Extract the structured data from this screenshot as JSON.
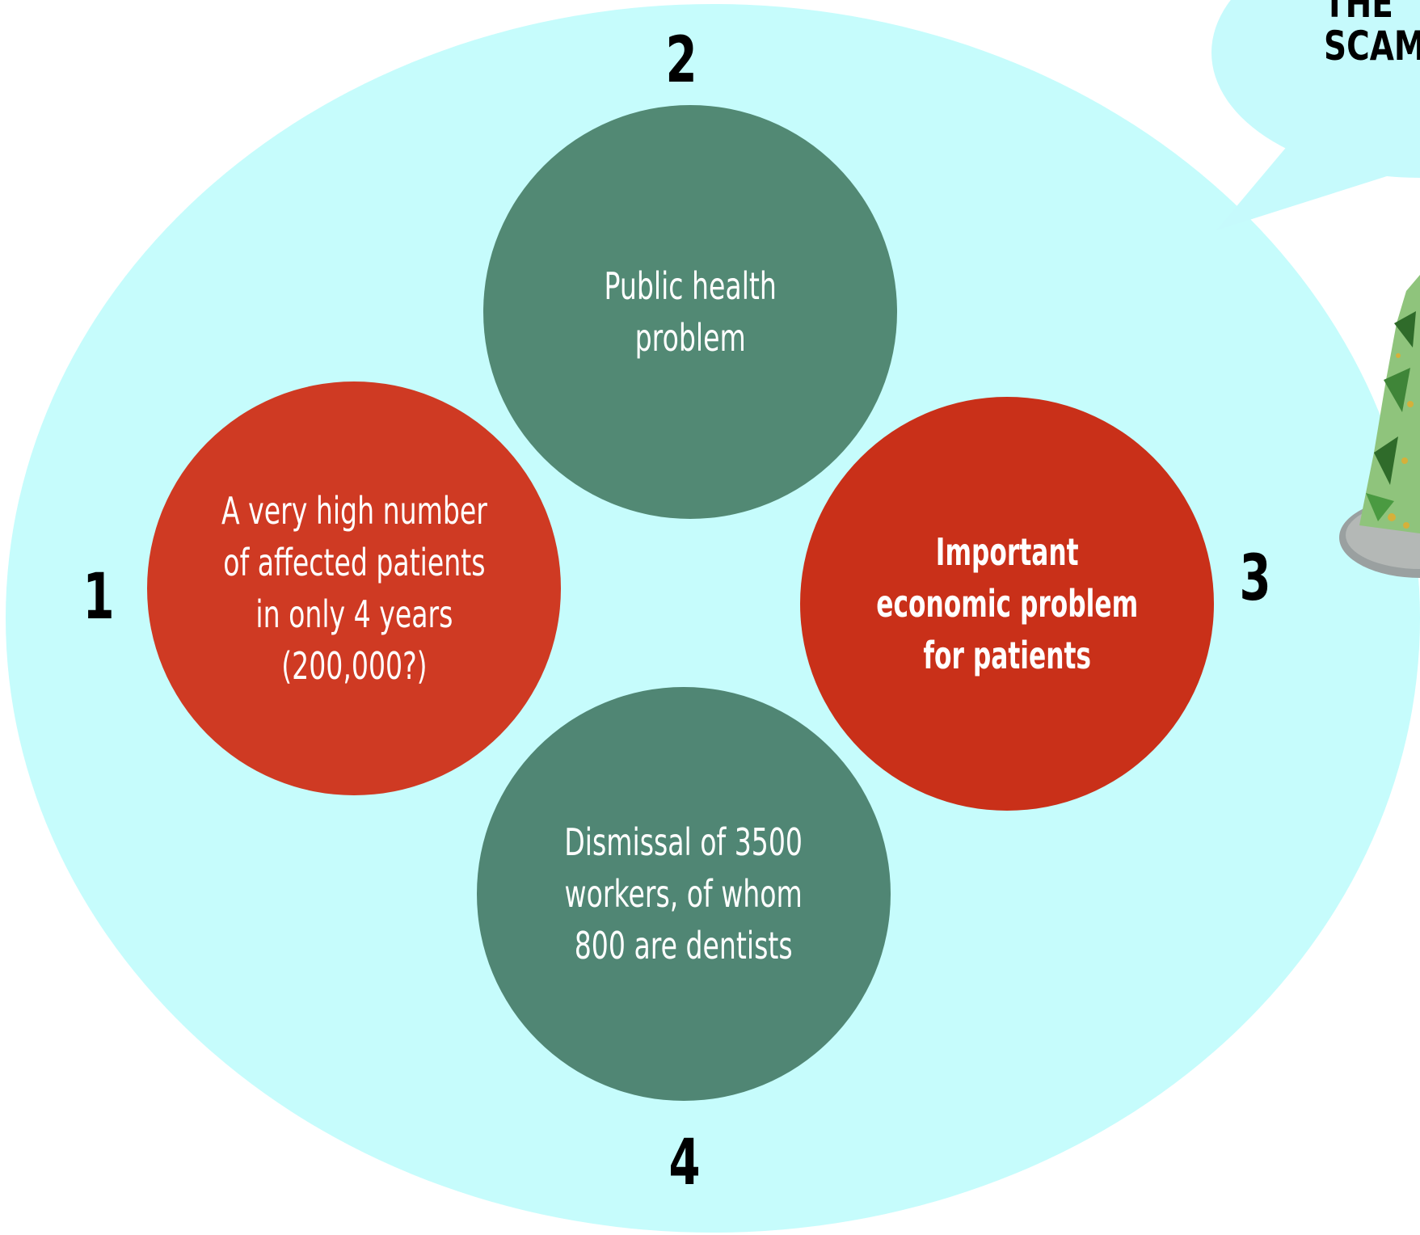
{
  "diagram": {
    "numbers": [
      "1",
      "2",
      "3",
      "4"
    ],
    "circles": [
      {
        "number": "1",
        "text": "A very high number\nof affected patients\nin only 4 years\n(200,000?)",
        "color": "#cf3a23",
        "bold": false
      },
      {
        "number": "2",
        "text": "Public health\nproblem",
        "color": "#528974",
        "bold": false
      },
      {
        "number": "3",
        "text": "Important\neconomic problem\nfor patients",
        "color": "#c93019",
        "bold": true
      },
      {
        "number": "4",
        "text": "Dismissal of 3500\nworkers, of whom\n800 are dentists",
        "color": "#508674",
        "bold": false
      }
    ],
    "speech_bubble": {
      "text": "THE\nSCAM",
      "color": "#c6fafc"
    },
    "background_ellipse_color": "#c6fcfc",
    "illustration": {
      "icon": "money-pile-icon"
    }
  }
}
